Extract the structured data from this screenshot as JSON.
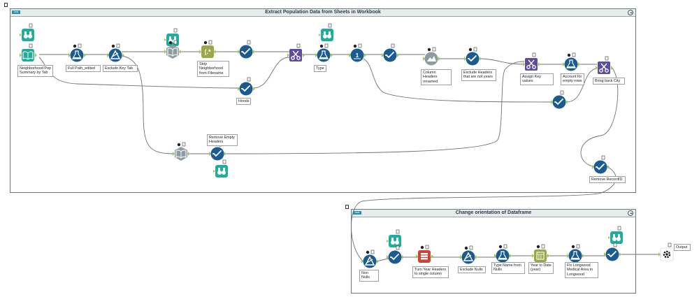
{
  "containers": {
    "top": {
      "title": "Extract Population Data from Sheets in Workbook",
      "tag": "Asst"
    },
    "bottom": {
      "title": "Change orientation of Dataframe",
      "tag": "Asst"
    }
  },
  "tool_labels": {
    "neighborhood_pop": "Neighborhood Pop Summary by Tab",
    "full_path": "Full Path_edited",
    "exclude_key_tab": "Exclude Key Tab",
    "strip_neighborhood": "Strip Neighborhood from Filename",
    "type": "Type",
    "hoods": "Hoods",
    "remove_empty_headers": "Remove Empty Headers",
    "column_headers_renamed": "Column Headers renamed",
    "exclude_headers": "Exclude Headers that are not years",
    "assign_key_values": "Assign Key values",
    "account_empty_rows": "Account for empty rows",
    "bring_back_city": "Bring back City",
    "remove_recordid": "Remove RecordID",
    "non_nulls": "Non Nulls",
    "turn_year_headers": "Turn Year Headers to single column",
    "exclude_nulls": "Exclude Nulls",
    "type_name_from_nulls": "Type Name from Nulls",
    "year_to_date": "Year to Date (year)",
    "fix_longwood": "Fix Longwood Medical Area to Longwood",
    "output": "Output"
  },
  "icons": {
    "browse": "binoculars-icon",
    "input": "book-icon",
    "formula": "flask-icon",
    "filter": "filter-triangle-icon",
    "select": "check-icon",
    "join": "scissors-icon",
    "dynamic_input": "open-book-icon",
    "regex": "regex-icon",
    "record_id": "number-icon",
    "dynamic_rename": "mountain-icon",
    "transpose": "transpose-icon",
    "datetime": "calendar-icon",
    "output": "gear-puzzle-icon"
  },
  "colors": {
    "teal": "#1fae9b",
    "navy": "#1c5b8f",
    "purple": "#5f4c9a",
    "gray": "#8f9ba3",
    "olive": "#9aa84a",
    "red": "#c8453a",
    "anchor": "#9ccc4f",
    "connector": "#707070"
  }
}
